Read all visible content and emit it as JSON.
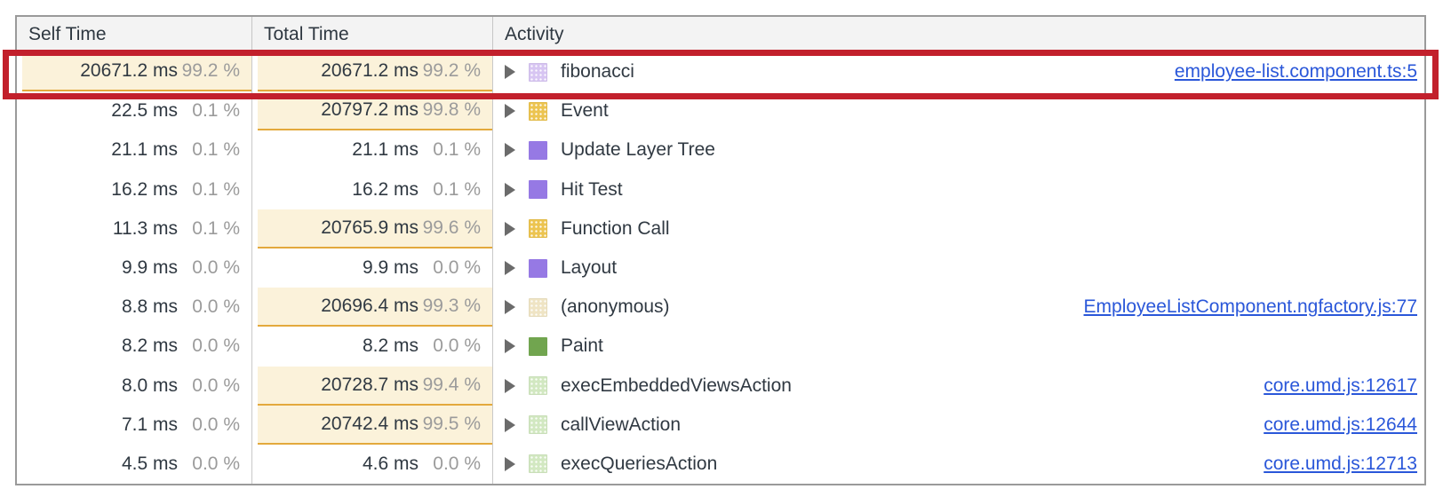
{
  "header": {
    "self_time": "Self Time",
    "total_time": "Total Time",
    "activity": "Activity"
  },
  "annotation": {
    "type": "red-highlight-box",
    "color": "#c2202c",
    "highlighted_row": "fibonacci"
  },
  "colors": {
    "highlight_bg": "#fbf2da",
    "highlight_underline": "#e3a93c",
    "link_blue": "#2a57d9",
    "value_text": "#303942",
    "percent_text": "#9b9b9b",
    "header_bg": "#f3f3f3",
    "table_border": "#9a9a9a"
  },
  "rows": [
    {
      "self": "20671.2 ms",
      "self_pct": "99.2 %",
      "self_hl": true,
      "total": "20671.2 ms",
      "total_pct": "99.2 %",
      "total_hl": true,
      "activity": "fibonacci",
      "swatch": "#d7c5f2",
      "swatch_style": "dotted",
      "link": "employee-list.component.ts:5"
    },
    {
      "self": "22.5 ms",
      "self_pct": "0.1 %",
      "self_hl": false,
      "total": "20797.2 ms",
      "total_pct": "99.8 %",
      "total_hl": true,
      "activity": "Event",
      "swatch": "#ecc450",
      "swatch_style": "dotted",
      "link": ""
    },
    {
      "self": "21.1 ms",
      "self_pct": "0.1 %",
      "self_hl": false,
      "total": "21.1 ms",
      "total_pct": "0.1 %",
      "total_hl": false,
      "activity": "Update Layer Tree",
      "swatch": "#9679e4",
      "swatch_style": "solid",
      "link": ""
    },
    {
      "self": "16.2 ms",
      "self_pct": "0.1 %",
      "self_hl": false,
      "total": "16.2 ms",
      "total_pct": "0.1 %",
      "total_hl": false,
      "activity": "Hit Test",
      "swatch": "#9679e4",
      "swatch_style": "solid",
      "link": ""
    },
    {
      "self": "11.3 ms",
      "self_pct": "0.1 %",
      "self_hl": false,
      "total": "20765.9 ms",
      "total_pct": "99.6 %",
      "total_hl": true,
      "activity": "Function Call",
      "swatch": "#ecc450",
      "swatch_style": "dotted",
      "link": ""
    },
    {
      "self": "9.9 ms",
      "self_pct": "0.0 %",
      "self_hl": false,
      "total": "9.9 ms",
      "total_pct": "0.0 %",
      "total_hl": false,
      "activity": "Layout",
      "swatch": "#9679e4",
      "swatch_style": "solid",
      "link": ""
    },
    {
      "self": "8.8 ms",
      "self_pct": "0.0 %",
      "self_hl": false,
      "total": "20696.4 ms",
      "total_pct": "99.3 %",
      "total_hl": true,
      "activity": "(anonymous)",
      "swatch": "#efe4c4",
      "swatch_style": "dotted",
      "link": "EmployeeListComponent.ngfactory.js:77"
    },
    {
      "self": "8.2 ms",
      "self_pct": "0.0 %",
      "self_hl": false,
      "total": "8.2 ms",
      "total_pct": "0.0 %",
      "total_hl": false,
      "activity": "Paint",
      "swatch": "#71a54f",
      "swatch_style": "solid",
      "link": ""
    },
    {
      "self": "8.0 ms",
      "self_pct": "0.0 %",
      "self_hl": false,
      "total": "20728.7 ms",
      "total_pct": "99.4 %",
      "total_hl": true,
      "activity": "execEmbeddedViewsAction",
      "swatch": "#d2e8c1",
      "swatch_style": "dotted",
      "link": "core.umd.js:12617"
    },
    {
      "self": "7.1 ms",
      "self_pct": "0.0 %",
      "self_hl": false,
      "total": "20742.4 ms",
      "total_pct": "99.5 %",
      "total_hl": true,
      "activity": "callViewAction",
      "swatch": "#d2e8c1",
      "swatch_style": "dotted",
      "link": "core.umd.js:12644"
    },
    {
      "self": "4.5 ms",
      "self_pct": "0.0 %",
      "self_hl": false,
      "total": "4.6 ms",
      "total_pct": "0.0 %",
      "total_hl": false,
      "activity": "execQueriesAction",
      "swatch": "#d2e8c1",
      "swatch_style": "dotted",
      "link": "core.umd.js:12713"
    }
  ]
}
